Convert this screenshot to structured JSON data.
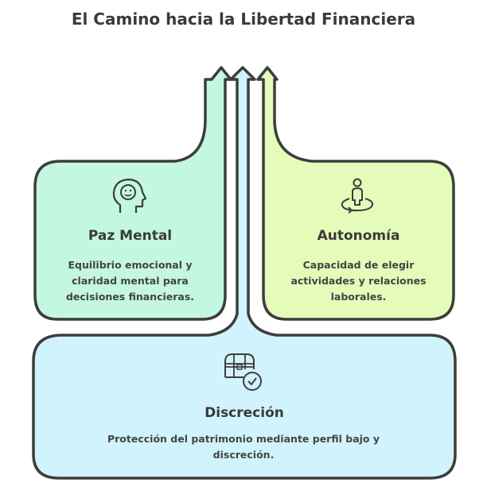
{
  "title": "El Camino hacia la Libertad Financiera",
  "colors": {
    "mint": "#c3f7e1",
    "lime": "#e5fbb9",
    "sky": "#d1f3fd",
    "stroke": "#3d3d3d"
  },
  "cards": [
    {
      "id": "paz-mental",
      "icon": "smiling-head-icon",
      "title": "Paz Mental",
      "description": "Equilibrio emocional y claridad mental para decisiones financieras."
    },
    {
      "id": "autonomia",
      "icon": "person-rotate-icon",
      "title": "Autonomía",
      "description": "Capacidad de elegir actividades y relaciones laborales."
    },
    {
      "id": "discrecion",
      "icon": "treasure-chest-check-icon",
      "title": "Discreción",
      "description": "Protección del patrimonio mediante perfil bajo y discreción."
    }
  ]
}
